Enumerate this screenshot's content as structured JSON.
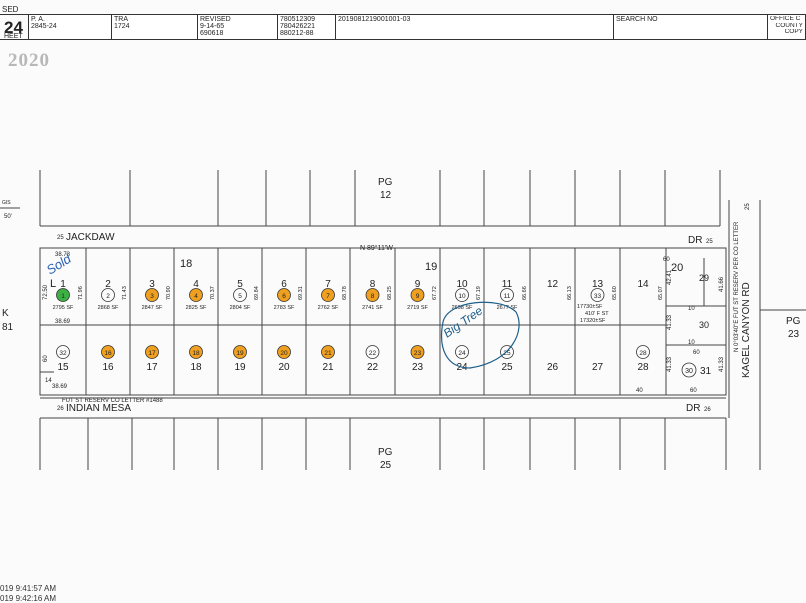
{
  "header": {
    "sed_label": "SED",
    "sheet_number": "24",
    "sheet_sub": "HEET",
    "pa_label": "P. A.",
    "pa_value": "2845-24",
    "tra_label": "TRA",
    "tra_value": "1724",
    "revised_label": "REVISED",
    "revised_lines": [
      "9-14-65",
      "690618"
    ],
    "codes_lines": [
      "780512309",
      "780426221",
      "880212-88"
    ],
    "doc_number": "2019081219001001-03",
    "search_label": "SEARCH NO",
    "office_lines": [
      "OFFICE C",
      "COUNTY",
      "COPY"
    ]
  },
  "year_stamp": "2020",
  "streets": {
    "north": "JACKDAW",
    "north_suffix": "DR",
    "north_width": "25",
    "south": "INDIAN MESA",
    "south_suffix": "DR",
    "south_width_left": "26",
    "south_width_right": "26",
    "east": "KAGEL CANYON RD",
    "east_width": "25",
    "bearing": "N 89°11'W",
    "east_bearing": "N 0°03'40\"E",
    "fut_reserve_south": "FUT ST RESERV CO LETTER #1488",
    "fut_reserve_east": "FUT ST RESERV PER CO LETTER"
  },
  "pages": {
    "north_label": "PG",
    "north_num": "12",
    "south_label": "PG",
    "south_num": "25",
    "east_label": "PG",
    "east_num": "23",
    "west_letter": "K",
    "west_num": "81"
  },
  "block_labels": [
    "18",
    "19",
    "20",
    "29",
    "30",
    "31"
  ],
  "handwriting": {
    "sold": "Sold",
    "big_tree": "Big Tree"
  },
  "misc_labels": {
    "left_small": "GIS",
    "left_width": "50'",
    "left_l": "L",
    "depth_60": "60",
    "depth_14": "14",
    "dim_3869_top": "38.69",
    "dim_3869_bot": "38.69",
    "dim_3873": "38.73",
    "dim_7250": "72.50",
    "e_dim_60a": "60",
    "e_dim_60b": "60",
    "e_dim_40": "40",
    "e_dim_10a": "10",
    "e_dim_10b": "10",
    "e_4133a": "41.33",
    "e_4133b": "41.33",
    "e_4133c": "41.33",
    "e_4241": "42.41",
    "e_4166": "41.66",
    "frac_a": "17730±SF",
    "frac_b": "410' F ST",
    "frac_c": "17320±SF"
  },
  "north_lots": [
    {
      "lot": "1",
      "circle": "1",
      "sf": "2795 SF",
      "depth": "71.96",
      "color": "#3cb043"
    },
    {
      "lot": "2",
      "circle": "2",
      "sf": "2868 SF",
      "depth": "71.43",
      "color": ""
    },
    {
      "lot": "3",
      "circle": "3",
      "sf": "2847 SF",
      "depth": "70.90",
      "color": "#f0a020"
    },
    {
      "lot": "4",
      "circle": "4",
      "sf": "2825 SF",
      "depth": "70.37",
      "color": "#f0a020"
    },
    {
      "lot": "5",
      "circle": "5",
      "sf": "2804 SF",
      "depth": "69.84",
      "color": ""
    },
    {
      "lot": "6",
      "circle": "6",
      "sf": "2783 SF",
      "depth": "69.31",
      "color": "#f0a020"
    },
    {
      "lot": "7",
      "circle": "7",
      "sf": "2762 SF",
      "depth": "68.78",
      "color": "#f0a020"
    },
    {
      "lot": "8",
      "circle": "8",
      "sf": "2741 SF",
      "depth": "68.25",
      "color": "#f0a020"
    },
    {
      "lot": "9",
      "circle": "9",
      "sf": "2719 SF",
      "depth": "67.72",
      "color": "#f0a020"
    },
    {
      "lot": "10",
      "circle": "10",
      "sf": "2698 SF",
      "depth": "67.19",
      "color": ""
    },
    {
      "lot": "11",
      "circle": "11",
      "sf": "2677 SF",
      "depth": "66.66",
      "color": ""
    },
    {
      "lot": "12",
      "circle": "",
      "sf": "",
      "depth": "66.13",
      "color": ""
    },
    {
      "lot": "13",
      "circle": "33",
      "sf": "",
      "depth": "65.60",
      "color": ""
    },
    {
      "lot": "14",
      "circle": "",
      "sf": "",
      "depth": "65.07",
      "color": ""
    }
  ],
  "south_lots": [
    {
      "lot": "15",
      "circle": "32",
      "color": ""
    },
    {
      "lot": "16",
      "circle": "16",
      "color": "#f0a020"
    },
    {
      "lot": "17",
      "circle": "17",
      "color": "#f0a020"
    },
    {
      "lot": "18",
      "circle": "18",
      "color": "#f0a020"
    },
    {
      "lot": "19",
      "circle": "19",
      "color": "#f0a020"
    },
    {
      "lot": "20",
      "circle": "20",
      "color": "#f0a020"
    },
    {
      "lot": "21",
      "circle": "21",
      "color": "#f0a020"
    },
    {
      "lot": "22",
      "circle": "22",
      "color": ""
    },
    {
      "lot": "23",
      "circle": "23",
      "color": "#f0a020"
    },
    {
      "lot": "24",
      "circle": "24",
      "color": ""
    },
    {
      "lot": "25",
      "circle": "25",
      "color": ""
    },
    {
      "lot": "26",
      "circle": "",
      "color": ""
    },
    {
      "lot": "27",
      "circle": "",
      "color": ""
    },
    {
      "lot": "28",
      "circle": "28",
      "color": ""
    }
  ],
  "east_parcel": {
    "circle": "30",
    "lot": "31"
  },
  "timestamps": [
    "019 9:41:57 AM",
    "019 9:42:16 AM"
  ]
}
